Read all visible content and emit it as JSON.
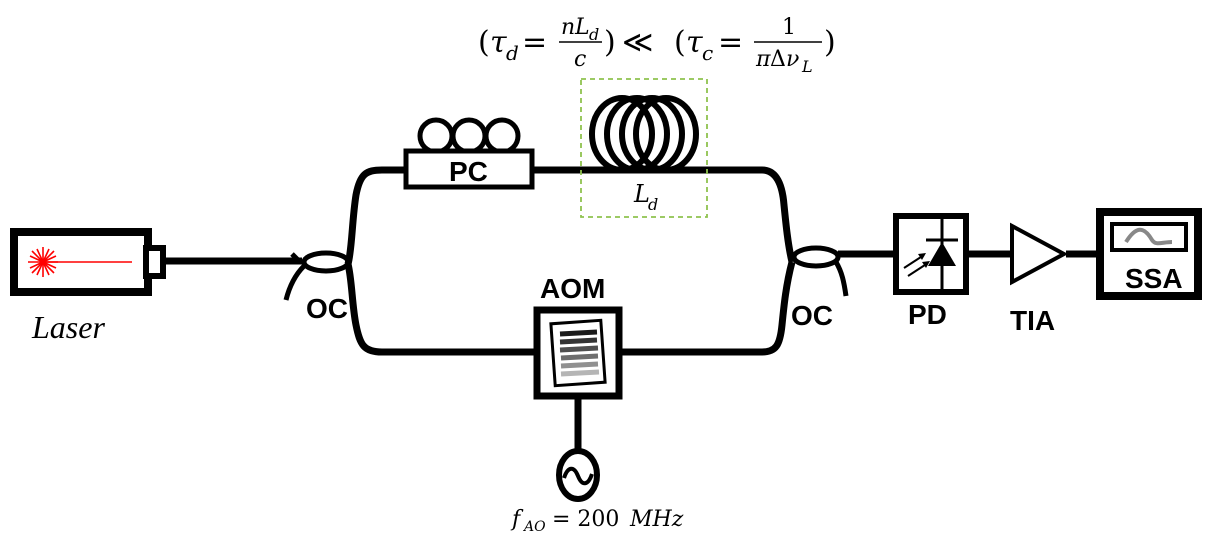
{
  "formula": {
    "lparen1": "(",
    "tau": "τ",
    "sub_d": "d",
    "eq": "=",
    "num_n": "n",
    "num_L": "L",
    "num_sub": "d",
    "den_c": "c",
    "rparen1": ")",
    "ll": "≪",
    "lparen2": "(",
    "tau2": "τ",
    "sub_c": "c",
    "eq2": "=",
    "num_one": "1",
    "den_pi": "π",
    "den_delta": "Δ",
    "den_nu": "ν",
    "den_sub": "L",
    "rparen2": ")"
  },
  "labels": {
    "laser": "Laser",
    "oc_left": "OC",
    "oc_right": "OC",
    "pc": "PC",
    "aom": "AOM",
    "delay_L": "L",
    "delay_sub": "d",
    "pd": "PD",
    "tia": "TIA",
    "ssa": "SSA",
    "freq_f": "f",
    "freq_sub": "AO",
    "freq_value": "= 200",
    "freq_unit": "MHz"
  },
  "colors": {
    "laser_beam": "#ff0000",
    "delay_box": "#8fc24f",
    "line": "#000000"
  }
}
